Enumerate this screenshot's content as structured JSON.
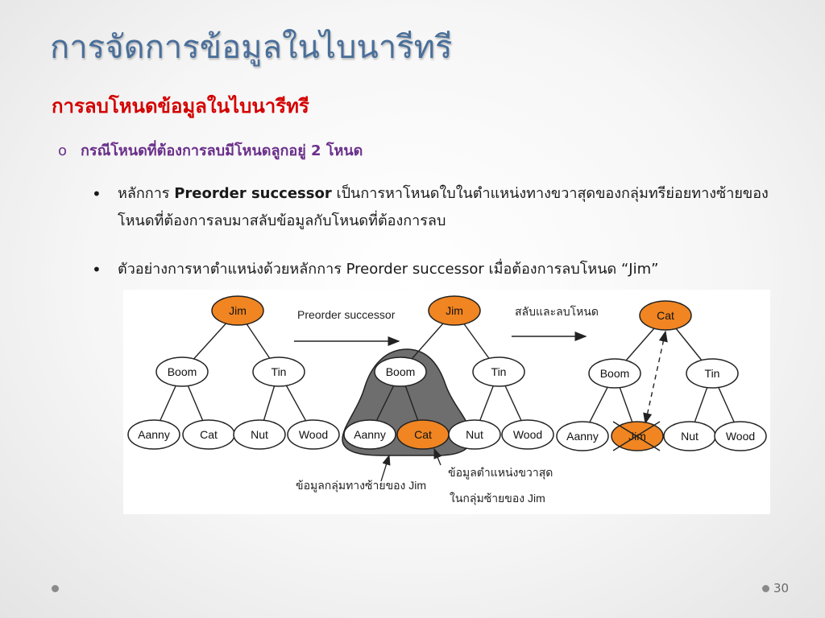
{
  "slide": {
    "title": "การจัดการข้อมูลในไบนารีทรี",
    "subtitle": "การลบโหนดข้อมูลในไบนารีทรี",
    "case_heading": "กรณีโหนดที่ต้องการลบมีโหนดลูกอยู่ 2 โหนด",
    "case_marker": "o",
    "bullet_symbol": "•",
    "bullet1": {
      "prefix": "หลักการ ",
      "bold": "Preorder successor",
      "suffix": " เป็นการหาโหนดใบในตำแหน่งทางขวาสุดของกลุ่มทรีย่อยทางซ้ายของโหนดที่ต้องการลบมาสลับข้อมูลกับโหนดที่ต้องการลบ"
    },
    "bullet2": "ตัวอย่างการหาตำแหน่งด้วยหลักการ Preorder successor เมื่อต้องการลบโหนด “Jim”",
    "page_number": "30"
  },
  "figure": {
    "arrow1_label": "Preorder successor",
    "arrow2_label": "สลับและลบโหนด",
    "caption_left": "ข้อมูลกลุ่มทางซ้ายของ Jim",
    "caption_right_line1": "ข้อมูลตำแหน่งขวาสุด",
    "caption_right_line2": "ในกลุ่มซ้ายของ Jim",
    "colors": {
      "highlight": "#f08522",
      "node": "#ffffff",
      "subtree": "#6e6e6e",
      "stroke": "#222222"
    },
    "trees": [
      {
        "root": "Jim",
        "left": "Boom",
        "right": "Tin",
        "leaves": [
          "Aanny",
          "Cat",
          "Nut",
          "Wood"
        ],
        "highlight": [
          "Jim"
        ]
      },
      {
        "root": "Jim",
        "left": "Boom",
        "right": "Tin",
        "leaves": [
          "Aanny",
          "Cat",
          "Nut",
          "Wood"
        ],
        "highlight": [
          "Jim",
          "Cat"
        ]
      },
      {
        "root": "Cat",
        "left": "Boom",
        "right": "Tin",
        "leaves": [
          "Aanny",
          "Jim",
          "Nut",
          "Wood"
        ],
        "highlight": [
          "Cat",
          "Jim"
        ],
        "crossed": "Jim"
      }
    ]
  }
}
